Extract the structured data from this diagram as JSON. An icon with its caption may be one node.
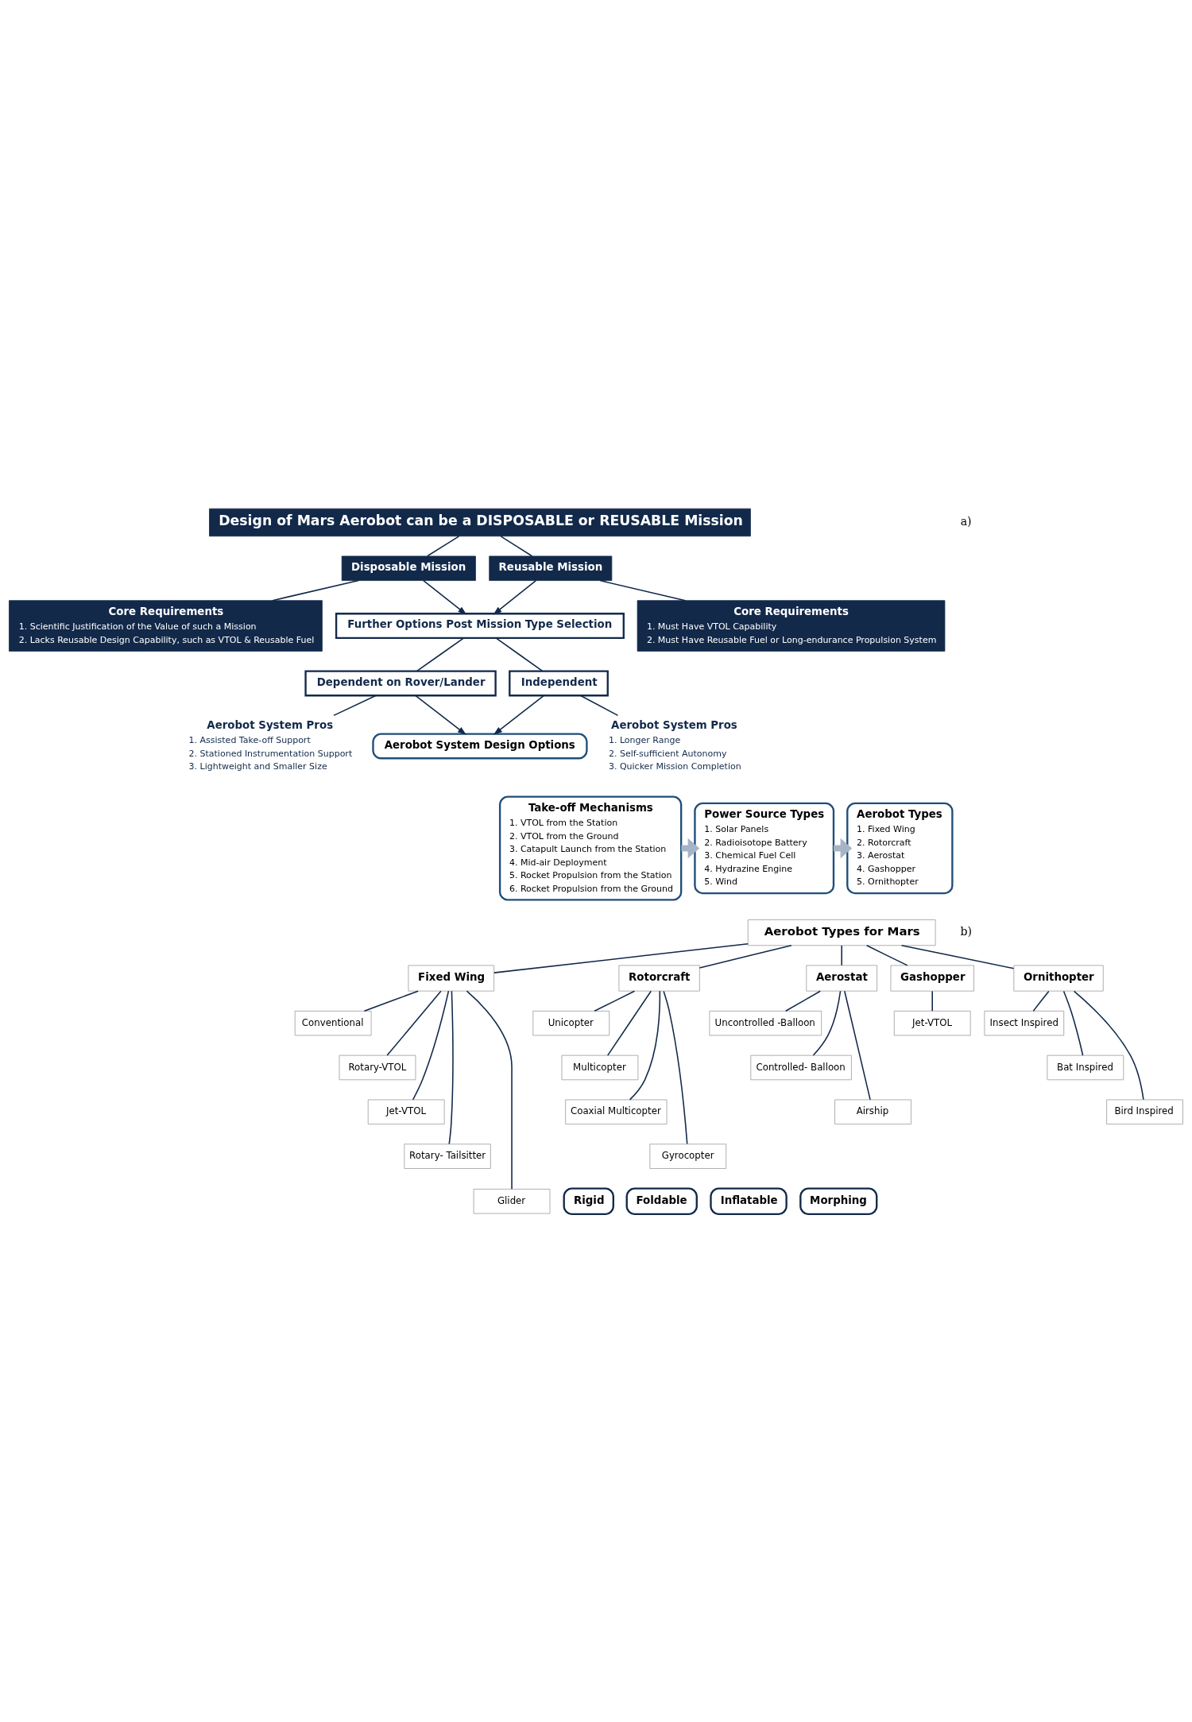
{
  "diagram": {
    "nodes": [
      {
        "text": [
          "Design of Mars Aerobot can be a DISPOSABLE or REUSABLE Mission"
        ]
      },
      {
        "text": [
          "Disposable Mission"
        ]
      },
      {
        "text": [
          "Reusable Mission"
        ]
      },
      {
        "text": [
          "Core Requirements",
          "1. Scientific Justification of the Value of such a Mission",
          "2. Lacks Reusable Design Capability, such as VTOL & Reusable Fuel"
        ]
      },
      {
        "text": [
          "Core Requirements",
          "1. Must Have VTOL Capability",
          "2. Must Have Reusable Fuel or Long-endurance Propulsion System"
        ]
      },
      {
        "text": [
          "Further Options Post Mission Type Selection"
        ]
      },
      {
        "text": [
          "Dependent on Rover/Lander"
        ]
      },
      {
        "text": [
          "Independent"
        ]
      },
      {
        "text": [
          "Aerobot System Pros",
          "1. Assisted Take-off Support",
          "2. Stationed Instrumentation Support",
          "3. Lightweight and Smaller Size"
        ]
      },
      {
        "text": [
          "Aerobot System Pros",
          "1. Longer Range",
          "2. Self-sufficient Autonomy",
          "3. Quicker Mission Completion"
        ]
      },
      {
        "text": [
          "Aerobot System Design Options"
        ]
      },
      {
        "text": [
          "Take-off Mechanisms",
          "1. VTOL from the Station",
          "2. VTOL from the Ground",
          "3. Catapult Launch from the Station",
          "4. Mid-air Deployment",
          "5. Rocket Propulsion from the Station",
          "6. Rocket Propulsion from the Ground"
        ]
      },
      {
        "text": [
          "Power Source Types",
          "1. Solar Panels",
          "2. Radioisotope Battery",
          "3. Chemical Fuel Cell",
          "4. Hydrazine Engine",
          "5. Wind"
        ]
      },
      {
        "text": [
          "Aerobot Types",
          "1. Fixed Wing",
          "2. Rotorcraft",
          "3. Aerostat",
          "4. Gashopper",
          "5. Ornithopter"
        ]
      },
      {
        "text": [
          "Aerobot Types for Mars"
        ]
      },
      {
        "text": [
          "Fixed Wing"
        ]
      },
      {
        "text": [
          "Rotorcraft"
        ]
      },
      {
        "text": [
          "Aerostat"
        ]
      },
      {
        "text": [
          "Gashopper"
        ]
      },
      {
        "text": [
          "Ornithopter"
        ]
      },
      {
        "text": [
          "Conventional"
        ]
      },
      {
        "text": [
          "Rotary-VTOL"
        ]
      },
      {
        "text": [
          "Jet-VTOL"
        ]
      },
      {
        "text": [
          "Rotary- Tailsitter"
        ]
      },
      {
        "text": [
          "Glider"
        ]
      },
      {
        "text": [
          "Unicopter"
        ]
      },
      {
        "text": [
          "Multicopter"
        ]
      },
      {
        "text": [
          "Coaxial Multicopter"
        ]
      },
      {
        "text": [
          "Gyrocopter"
        ]
      },
      {
        "text": [
          "Uncontrolled -Balloon"
        ]
      },
      {
        "text": [
          "Controlled- Balloon"
        ]
      },
      {
        "text": [
          "Airship"
        ]
      },
      {
        "text": [
          "Jet-VTOL"
        ]
      },
      {
        "text": [
          "Insect Inspired"
        ]
      },
      {
        "text": [
          "Bat Inspired"
        ]
      },
      {
        "text": [
          "Bird Inspired"
        ]
      },
      {
        "text": [
          "Rigid"
        ]
      },
      {
        "text": [
          "Foldable"
        ]
      },
      {
        "text": [
          "Inflatable"
        ]
      },
      {
        "text": [
          "Morphing"
        ]
      }
    ],
    "edges": [
      {
        "from": 0,
        "to": 1,
        "arrow": "none"
      },
      {
        "from": 0,
        "to": 2,
        "arrow": "none"
      },
      {
        "from": 1,
        "to": 3,
        "arrow": "none"
      },
      {
        "from": 2,
        "to": 4,
        "arrow": "none"
      },
      {
        "from": 1,
        "to": 5,
        "arrow": "to"
      },
      {
        "from": 2,
        "to": 5,
        "arrow": "to"
      },
      {
        "from": 5,
        "to": 6,
        "arrow": "none"
      },
      {
        "from": 5,
        "to": 7,
        "arrow": "none"
      },
      {
        "from": 6,
        "to": 8,
        "arrow": "none"
      },
      {
        "from": 7,
        "to": 9,
        "arrow": "none"
      },
      {
        "from": 6,
        "to": 10,
        "arrow": "to"
      },
      {
        "from": 7,
        "to": 10,
        "arrow": "to"
      },
      {
        "from": 11,
        "to": 12,
        "arrow": "to",
        "style": "thick",
        "color": "#a5b4c6"
      },
      {
        "from": 12,
        "to": 13,
        "arrow": "to",
        "style": "thick",
        "color": "#a5b4c6"
      },
      {
        "from": 14,
        "to": 15,
        "arrow": "none"
      },
      {
        "from": 14,
        "to": 16,
        "arrow": "none"
      },
      {
        "from": 14,
        "to": 17,
        "arrow": "none"
      },
      {
        "from": 14,
        "to": 18,
        "arrow": "none"
      },
      {
        "from": 14,
        "to": 19,
        "arrow": "none"
      },
      {
        "from": 15,
        "to": 20,
        "arrow": "none"
      },
      {
        "from": 15,
        "to": 21,
        "arrow": "none"
      },
      {
        "from": 15,
        "to": 22,
        "arrow": "none"
      },
      {
        "from": 15,
        "to": 23,
        "arrow": "none"
      },
      {
        "from": 15,
        "to": 24,
        "arrow": "none"
      },
      {
        "from": 16,
        "to": 25,
        "arrow": "none"
      },
      {
        "from": 16,
        "to": 26,
        "arrow": "none"
      },
      {
        "from": 16,
        "to": 27,
        "arrow": "none"
      },
      {
        "from": 16,
        "to": 28,
        "arrow": "none"
      },
      {
        "from": 17,
        "to": 29,
        "arrow": "none"
      },
      {
        "from": 17,
        "to": 30,
        "arrow": "none"
      },
      {
        "from": 17,
        "to": 31,
        "arrow": "none"
      },
      {
        "from": 18,
        "to": 32,
        "arrow": "none"
      },
      {
        "from": 19,
        "to": 33,
        "arrow": "none"
      },
      {
        "from": 19,
        "to": 34,
        "arrow": "none"
      },
      {
        "from": 19,
        "to": 35,
        "arrow": "none"
      }
    ],
    "labels": [
      "a)",
      "b)"
    ]
  }
}
